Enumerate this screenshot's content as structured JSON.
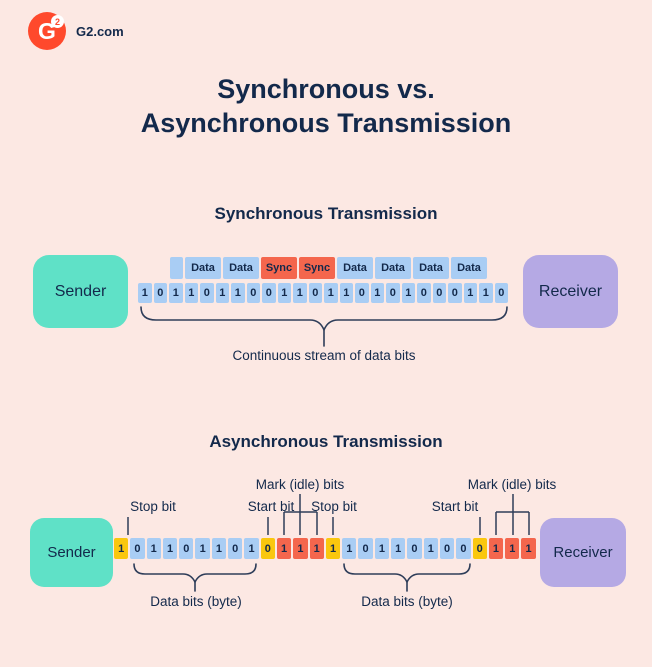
{
  "colors": {
    "background": "#fce8e3",
    "navy_text": "#13294b",
    "teal_box": "#5fe1c7",
    "purple_box": "#b5a9e4",
    "blue_cell": "#a9cdf4",
    "red_cell": "#f4664d",
    "yellow_cell": "#fac70e",
    "logo_red": "#ff492c",
    "line": "#2e3d59"
  },
  "header": {
    "logo_letter": "G",
    "logo_sup": "2",
    "site_label": "G2.com"
  },
  "title": {
    "line1": "Synchronous vs.",
    "line2": "Asynchronous Transmission"
  },
  "sync": {
    "heading": "Synchronous Transmission",
    "sender": "Sender",
    "receiver": "Receiver",
    "label_cells": [
      {
        "text": "",
        "type": "blank"
      },
      {
        "text": "Data",
        "type": "data"
      },
      {
        "text": "Data",
        "type": "data"
      },
      {
        "text": "Sync",
        "type": "sync"
      },
      {
        "text": "Sync",
        "type": "sync"
      },
      {
        "text": "Data",
        "type": "data"
      },
      {
        "text": "Data",
        "type": "data"
      },
      {
        "text": "Data",
        "type": "data"
      },
      {
        "text": "Data",
        "type": "data"
      }
    ],
    "bits": [
      "1",
      "0",
      "1",
      "1",
      "0",
      "1",
      "1",
      "0",
      "0",
      "1",
      "1",
      "0",
      "1",
      "1",
      "0",
      "1",
      "0",
      "1",
      "0",
      "0",
      "0",
      "1",
      "1",
      "0"
    ],
    "caption": "Continuous stream of data bits"
  },
  "async": {
    "heading": "Asynchronous Transmission",
    "sender": "Sender",
    "receiver": "Receiver",
    "bits": [
      {
        "v": "1",
        "t": "stop"
      },
      {
        "v": "0",
        "t": "data"
      },
      {
        "v": "1",
        "t": "data"
      },
      {
        "v": "1",
        "t": "data"
      },
      {
        "v": "0",
        "t": "data"
      },
      {
        "v": "1",
        "t": "data"
      },
      {
        "v": "1",
        "t": "data"
      },
      {
        "v": "0",
        "t": "data"
      },
      {
        "v": "1",
        "t": "data"
      },
      {
        "v": "0",
        "t": "start"
      },
      {
        "v": "1",
        "t": "mark"
      },
      {
        "v": "1",
        "t": "mark"
      },
      {
        "v": "1",
        "t": "mark"
      },
      {
        "v": "1",
        "t": "stop"
      },
      {
        "v": "1",
        "t": "data"
      },
      {
        "v": "0",
        "t": "data"
      },
      {
        "v": "1",
        "t": "data"
      },
      {
        "v": "1",
        "t": "data"
      },
      {
        "v": "0",
        "t": "data"
      },
      {
        "v": "1",
        "t": "data"
      },
      {
        "v": "0",
        "t": "data"
      },
      {
        "v": "0",
        "t": "data"
      },
      {
        "v": "0",
        "t": "start"
      },
      {
        "v": "1",
        "t": "mark"
      },
      {
        "v": "1",
        "t": "mark"
      },
      {
        "v": "1",
        "t": "mark"
      }
    ],
    "annotations": {
      "stop1": "Stop bit",
      "start1": "Start bit",
      "stop2": "Stop bit",
      "mark1": "Mark (idle) bits",
      "start2": "Start bit",
      "mark2": "Mark (idle) bits"
    },
    "byte_caption_1": "Data bits (byte)",
    "byte_caption_2": "Data bits (byte)"
  }
}
